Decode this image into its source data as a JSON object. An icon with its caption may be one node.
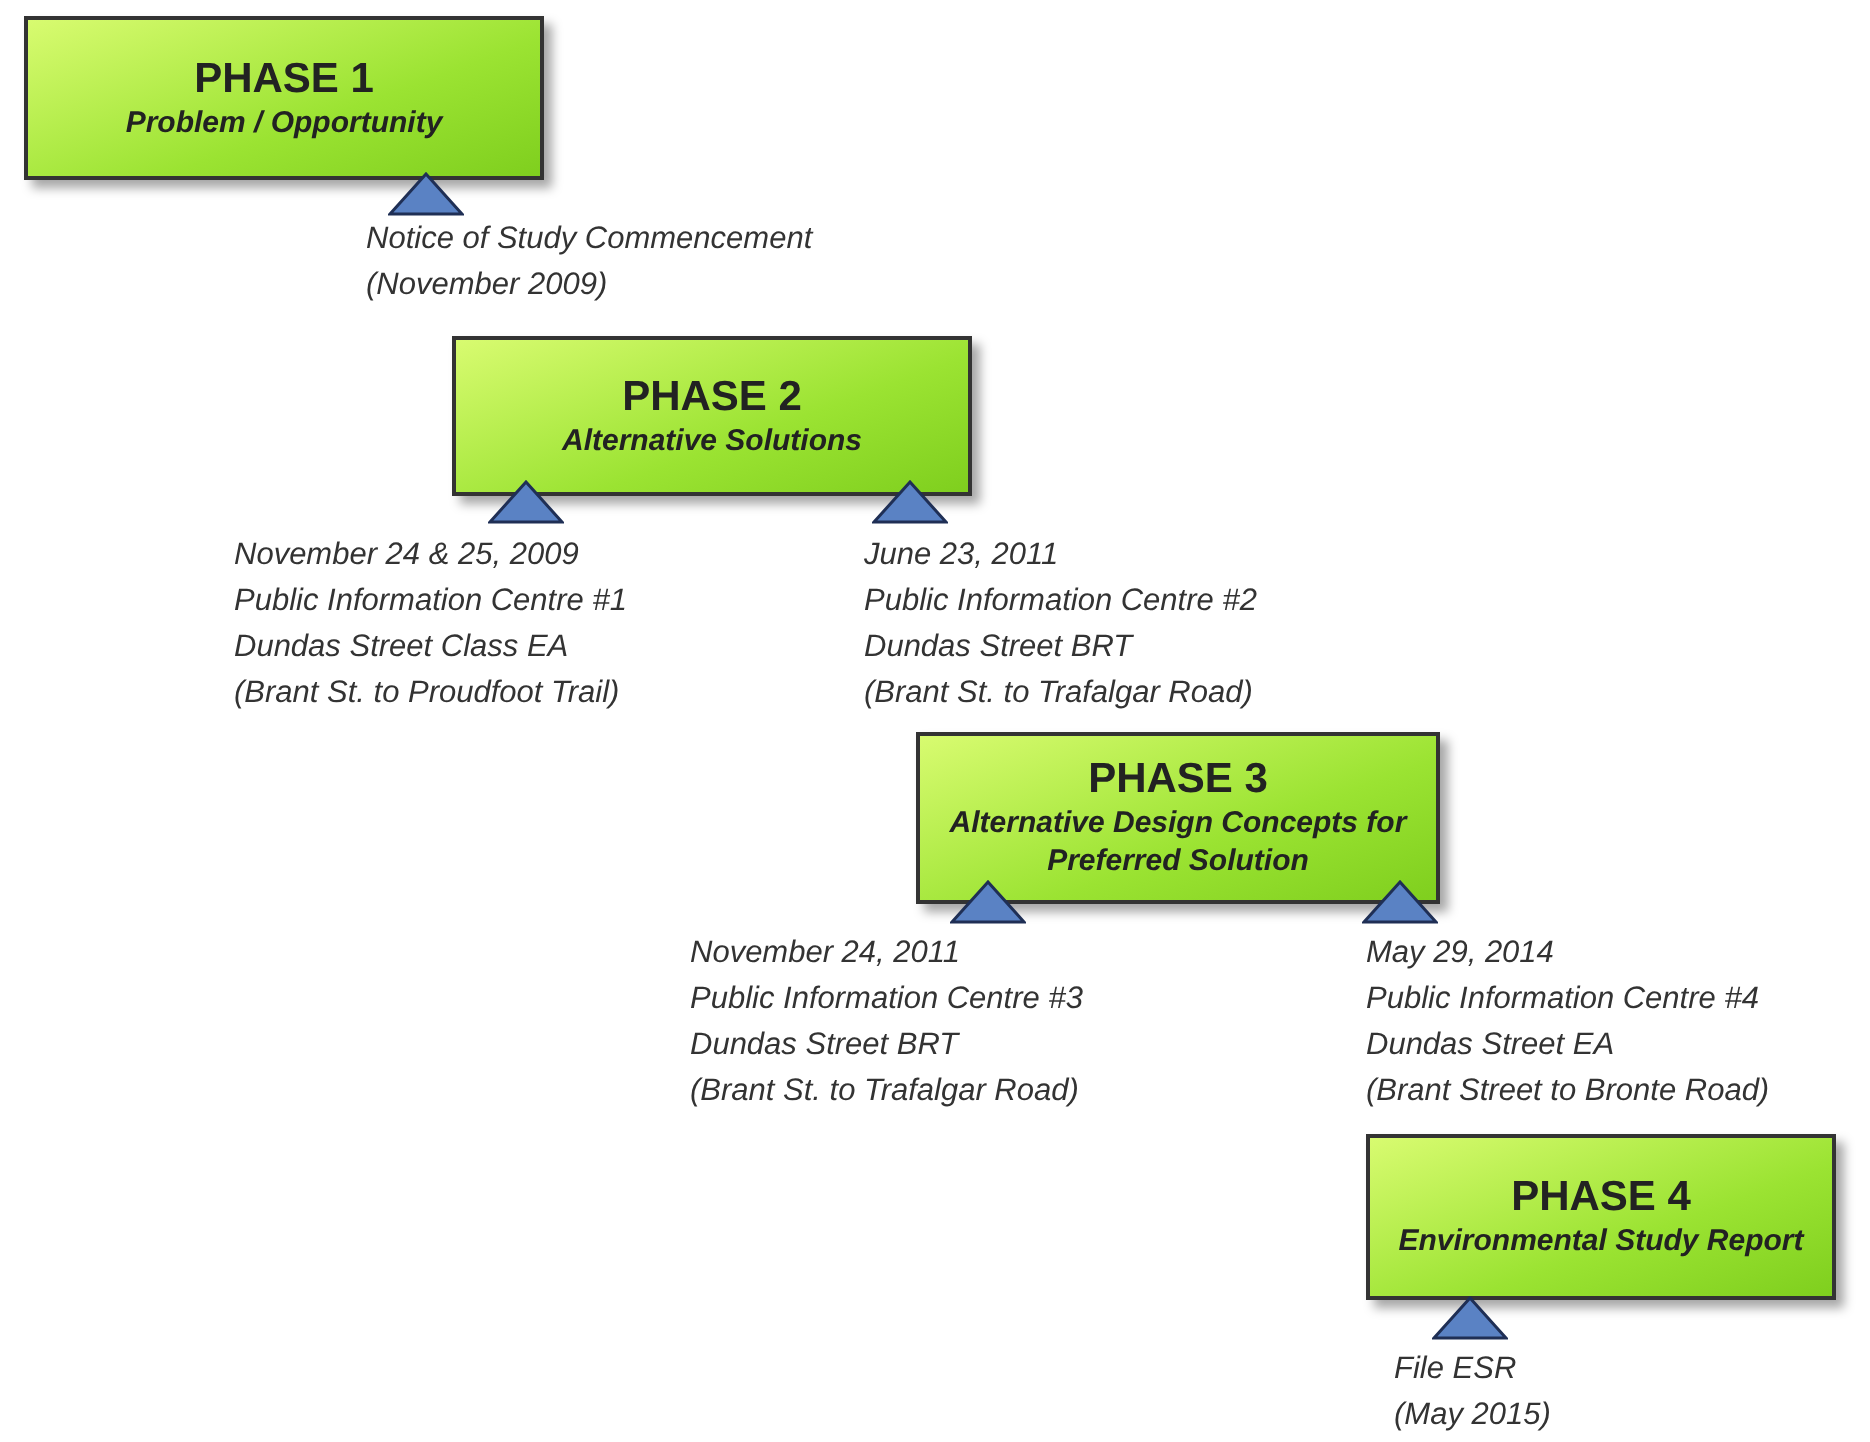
{
  "diagram": {
    "nodes": [
      {
        "text": [
          "PHASE 1",
          "Problem / Opportunity"
        ]
      },
      {
        "text": [],
        "shape": "triangle",
        "beside": [
          "Notice of Study Commencement",
          "(November 2009)"
        ]
      },
      {
        "text": [
          "PHASE 2",
          "Alternative Solutions"
        ]
      },
      {
        "text": [],
        "shape": "triangle",
        "beside": [
          "November 24 & 25, 2009",
          "Public Information Centre #1",
          "Dundas Street Class EA",
          "(Brant St. to Proudfoot Trail)"
        ]
      },
      {
        "text": [],
        "shape": "triangle",
        "beside": [
          "June 23, 2011",
          "Public Information Centre #2",
          "Dundas Street BRT",
          "(Brant St. to Trafalgar Road)"
        ]
      },
      {
        "text": [
          "PHASE 3",
          "Alternative Design Concepts for Preferred Solution"
        ]
      },
      {
        "text": [],
        "shape": "triangle",
        "beside": [
          "November 24, 2011",
          "Public Information Centre #3",
          "Dundas Street BRT",
          "(Brant St. to Trafalgar Road)"
        ]
      },
      {
        "text": [],
        "shape": "triangle",
        "beside": [
          "May 29, 2014",
          "Public Information Centre #4",
          "Dundas Street  EA",
          "(Brant Street to Bronte Road)"
        ]
      },
      {
        "text": [
          "PHASE 4",
          "Environmental Study Report"
        ]
      },
      {
        "text": [],
        "shape": "triangle",
        "beside": [
          "File ESR",
          "(May 2015)"
        ]
      }
    ]
  }
}
